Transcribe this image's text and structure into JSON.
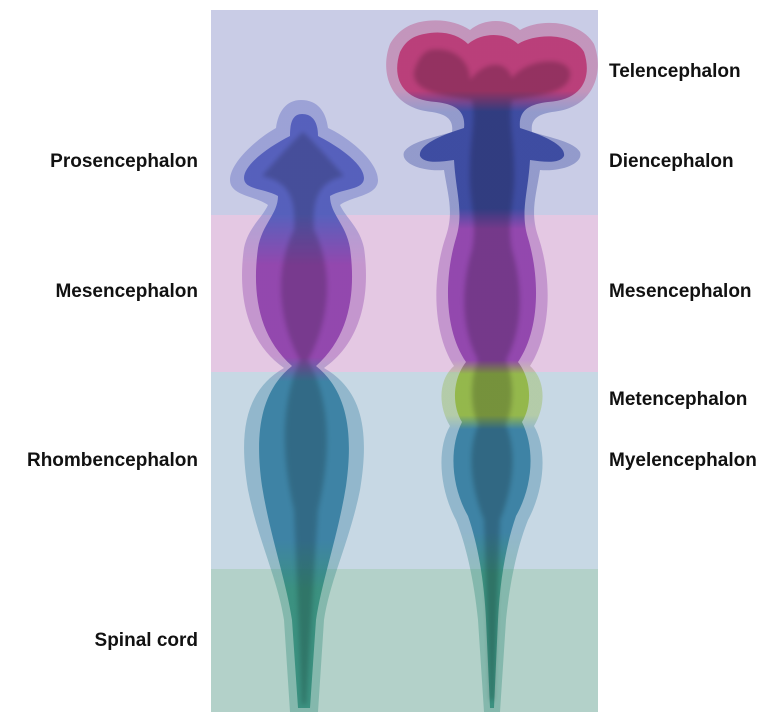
{
  "left_labels": {
    "prosencephalon": "Prosencephalon",
    "mesencephalon": "Mesencephalon",
    "rhombencephalon": "Rhombencephalon",
    "spinal_cord": "Spinal cord"
  },
  "right_labels": {
    "telencephalon": "Telencephalon",
    "diencephalon": "Diencephalon",
    "mesencephalon": "Mesencephalon",
    "metencephalon": "Metencephalon",
    "myelencephalon": "Myelencephalon"
  },
  "colors": {
    "prosencephalon_band": "#c9cce6",
    "mesencephalon_band": "#e4c8e3",
    "rhombencephalon_band": "#c7d8e4",
    "spinal_cord_band": "#b3d1c9",
    "prosencephalon": "#4a55b8",
    "telencephalon": "#b8306e",
    "diencephalon": "#2f3f9a",
    "mesencephalon": "#8a3aa8",
    "metencephalon": "#8fb43c",
    "rhombencephalon": "#2f7a9e",
    "spinal_cord": "#2e8a78"
  }
}
